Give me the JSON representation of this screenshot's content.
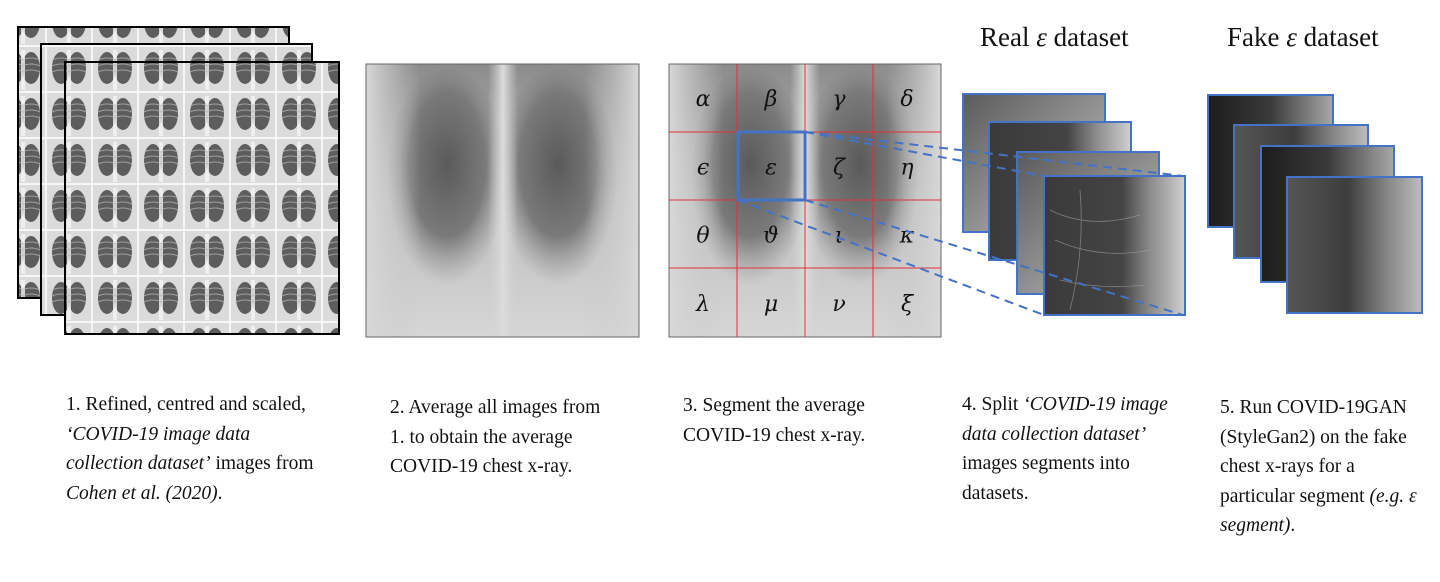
{
  "titles": {
    "real": {
      "prefix": "Real",
      "symbol": "ε",
      "suffix": "dataset"
    },
    "fake": {
      "prefix": "Fake",
      "symbol": "ε",
      "suffix": "dataset"
    }
  },
  "segments": [
    "α",
    "β",
    "γ",
    "δ",
    "ϵ",
    "ε",
    "ζ",
    "η",
    "θ",
    "ϑ",
    "ι",
    "κ",
    "λ",
    "μ",
    "ν",
    "ξ"
  ],
  "captions": {
    "c1": {
      "a": "1. Refined, centred and scaled, ",
      "b": "‘COVID-19 image data collection dataset’",
      "c": " images from ",
      "d": "Cohen et al. (2020)",
      "e": "."
    },
    "c2": {
      "text": "2. Average all images from 1. to obtain the average COVID-19 chest x-ray."
    },
    "c3": {
      "text": "3. Segment the average COVID-19 chest x-ray."
    },
    "c4": {
      "a": "4. Split ",
      "b": "‘COVID-19 image data collection dataset’",
      "c": " images segments into datasets."
    },
    "c5": {
      "a": "5. Run COVID-19GAN (StyleGan2) on the fake chest x-rays for a particular segment ",
      "b": "(e.g. ε segment)",
      "c": "."
    }
  },
  "colors": {
    "frame_blue": "#4472c4",
    "grid_red": "#e0303a",
    "dash_blue": "#4472c4"
  }
}
